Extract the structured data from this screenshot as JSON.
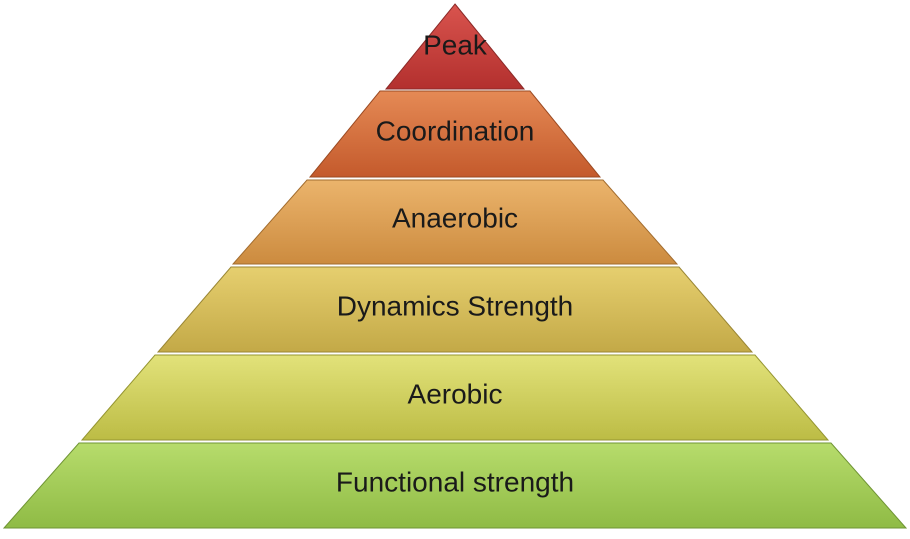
{
  "pyramid": {
    "tiers": [
      {
        "label": "Peak",
        "color": "#c8423f"
      },
      {
        "label": "Coordination",
        "color": "#d6703e"
      },
      {
        "label": "Anaerobic",
        "color": "#dca45a"
      },
      {
        "label": "Dynamics Strength",
        "color": "#d7c060"
      },
      {
        "label": "Aerobic",
        "color": "#cfd066"
      },
      {
        "label": "Functional strength",
        "color": "#a5cf5a"
      }
    ]
  }
}
